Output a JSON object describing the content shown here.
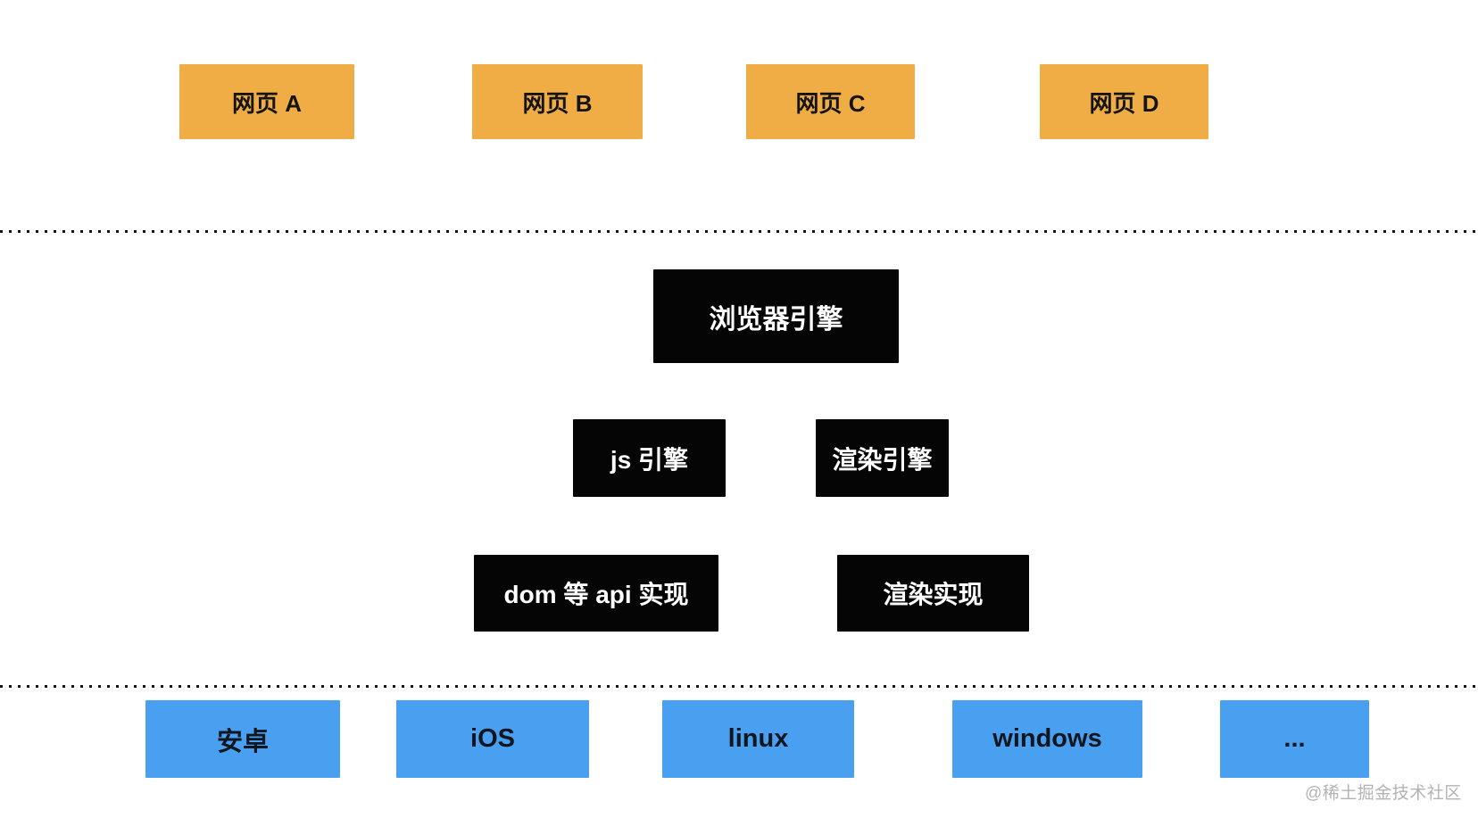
{
  "webpages": [
    {
      "label": "网页 A"
    },
    {
      "label": "网页 B"
    },
    {
      "label": "网页 C"
    },
    {
      "label": "网页 D"
    }
  ],
  "engines": {
    "browser_engine": "浏览器引擎",
    "js_engine": "js 引擎",
    "render_engine": "渲染引擎",
    "dom_api_impl": "dom 等 api 实现",
    "render_impl": "渲染实现"
  },
  "platforms": [
    {
      "label": "安卓"
    },
    {
      "label": "iOS"
    },
    {
      "label": "linux"
    },
    {
      "label": "windows"
    },
    {
      "label": "..."
    }
  ],
  "watermark": "@稀土掘金技术社区",
  "colors": {
    "webpage_box": "#f0ad45",
    "engine_box": "#050505",
    "platform_box": "#4aa0f0",
    "divider": "#141414",
    "watermark_text": "#b3b3b3",
    "engine_text": "#ffffff",
    "box_text": "#141414"
  }
}
